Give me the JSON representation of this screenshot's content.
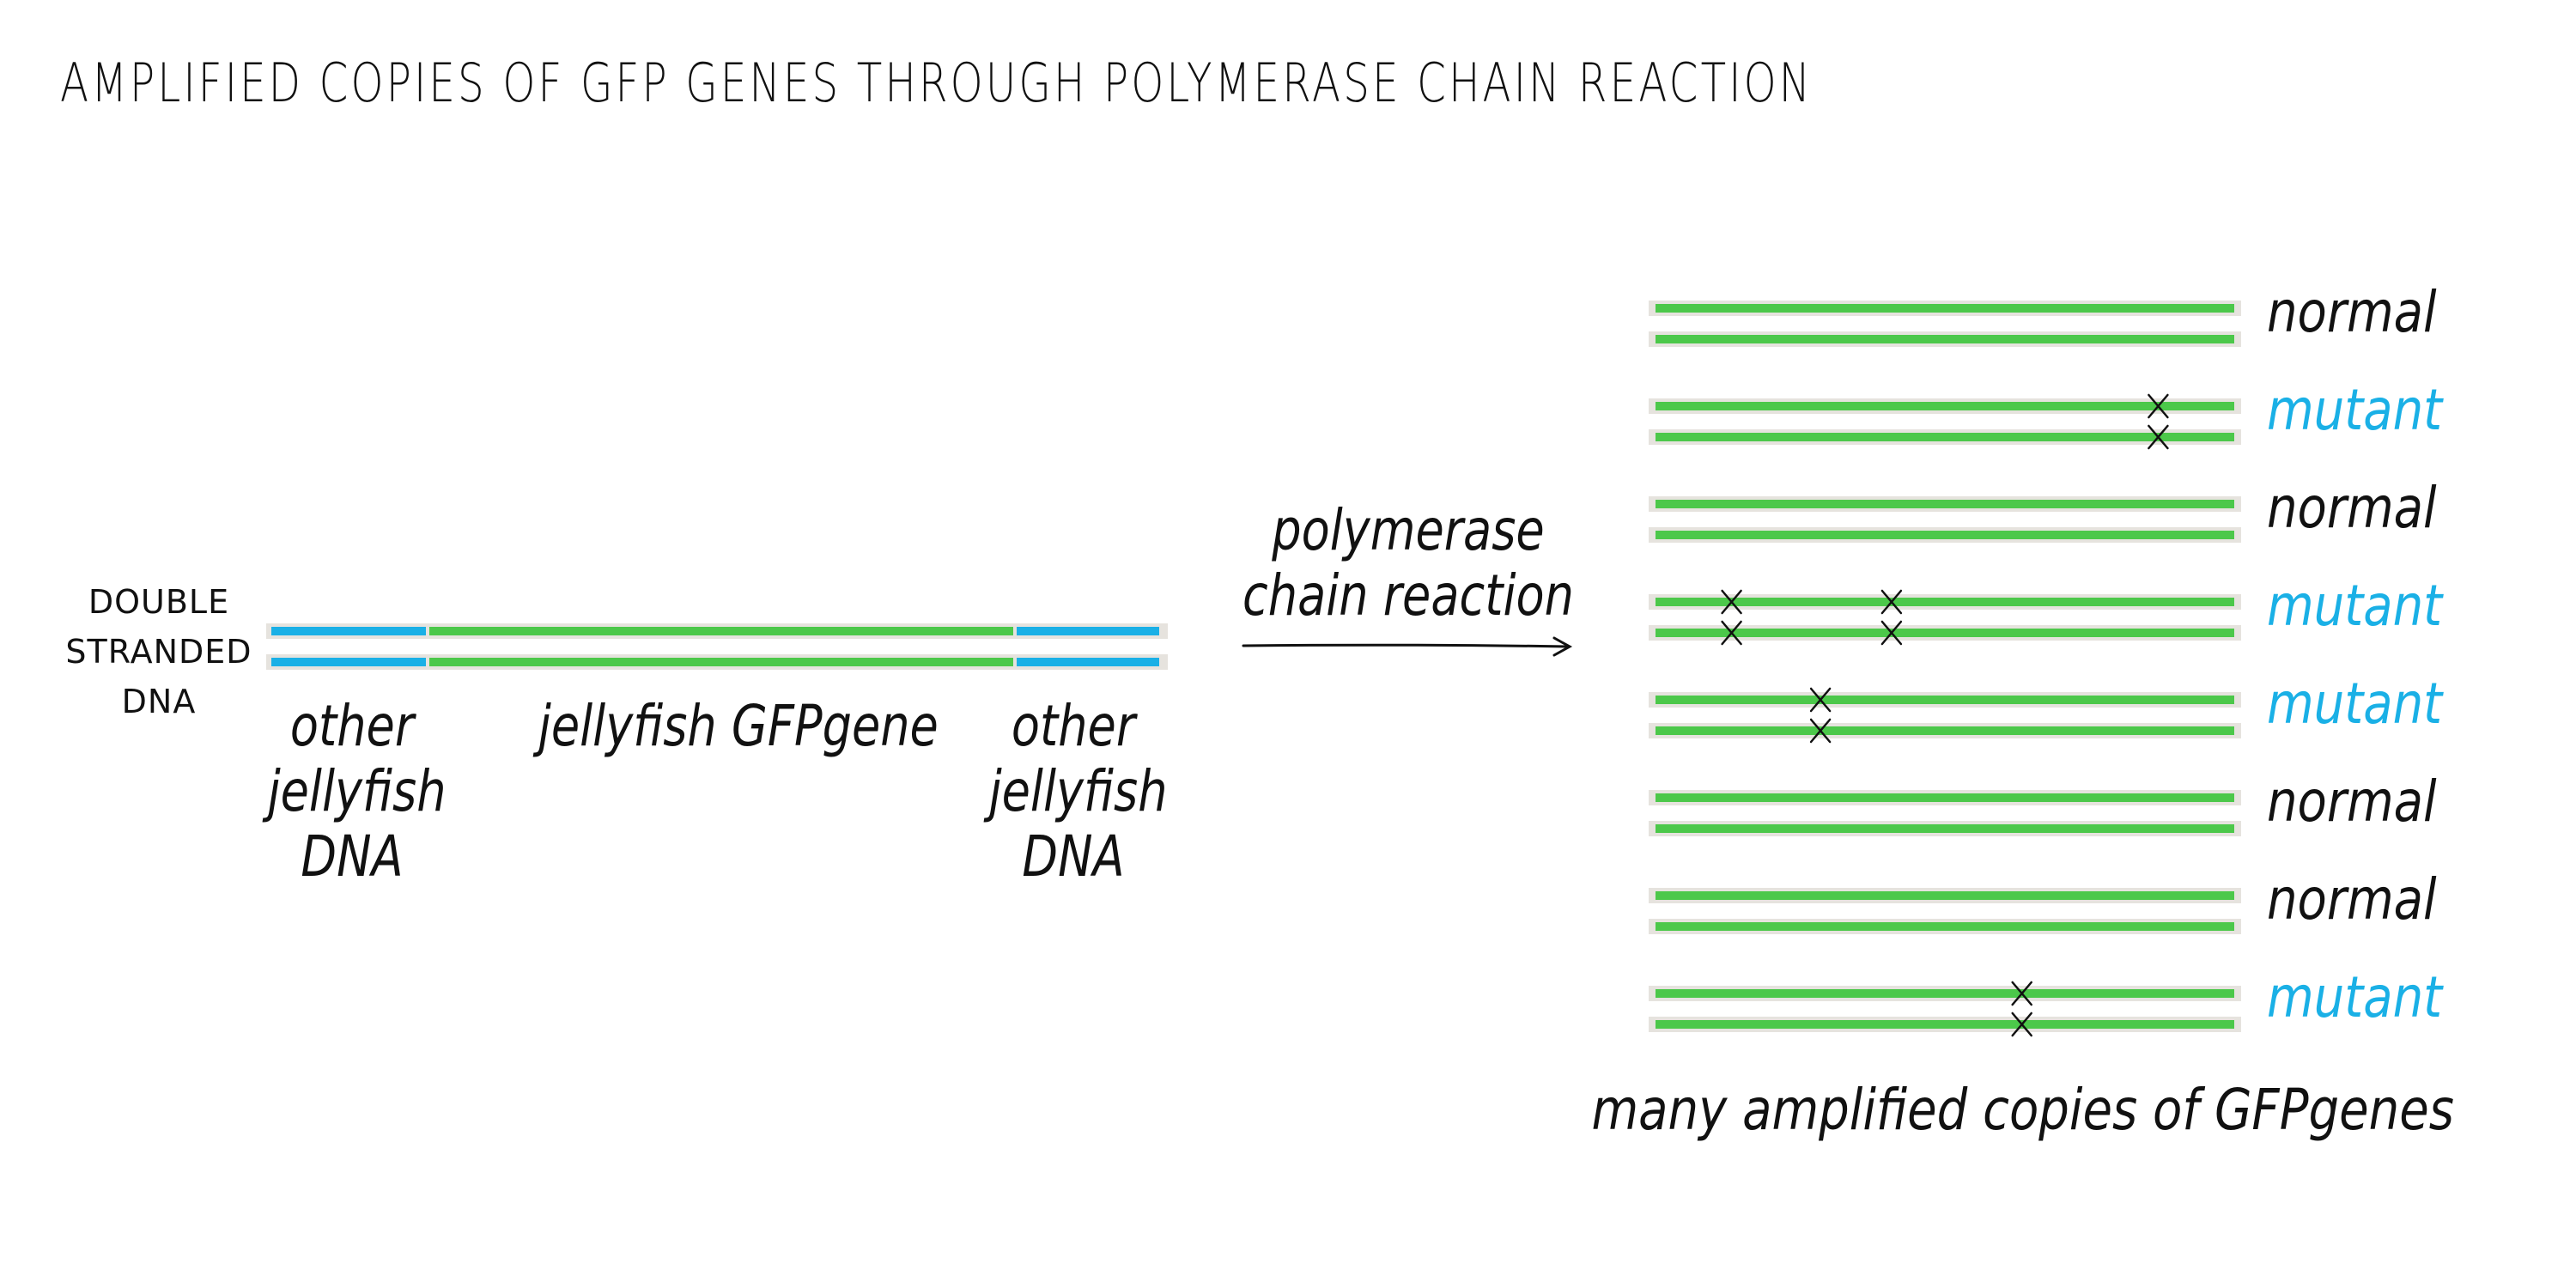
{
  "title": "AMPLIFIED COPIES OF GFP GENES THROUGH POLYMERASE CHAIN REACTION",
  "dna": {
    "side_label": [
      "DOUBLE",
      "STRANDED",
      "DNA"
    ],
    "left_flank": "other jellyfish DNA",
    "gene": "jellyfish GFPgene",
    "right_flank": "other jellyfish DNA"
  },
  "process": {
    "label": "polymerase chain reaction"
  },
  "copies": [
    {
      "status": "normal",
      "mutations": []
    },
    {
      "status": "mutant",
      "mutations": [
        0.86
      ]
    },
    {
      "status": "normal",
      "mutations": []
    },
    {
      "status": "mutant",
      "mutations": [
        0.14,
        0.41
      ]
    },
    {
      "status": "mutant",
      "mutations": [
        0.29
      ]
    },
    {
      "status": "normal",
      "mutations": []
    },
    {
      "status": "normal",
      "mutations": []
    },
    {
      "status": "mutant",
      "mutations": [
        0.63
      ]
    }
  ],
  "caption": "many amplified copies of GFPgenes",
  "colors": {
    "gene_green": "#4cc84a",
    "flank_blue": "#1ab0e6",
    "backbone": "#e6e3de",
    "mutant_text": "#1ab0e6",
    "ink": "#111111"
  }
}
